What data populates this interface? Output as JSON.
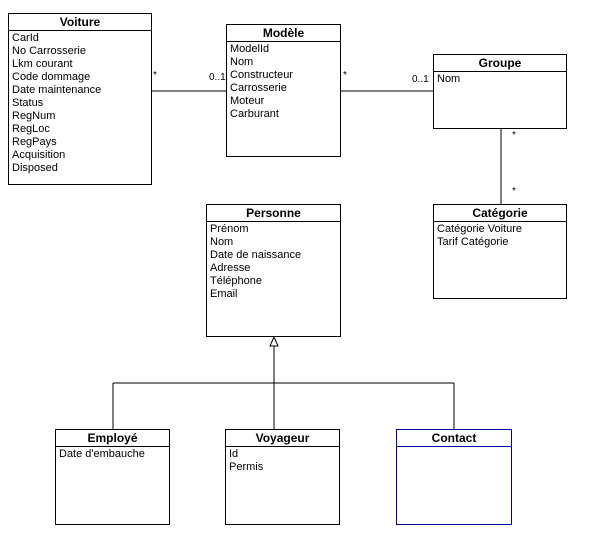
{
  "classes": {
    "voiture": {
      "title": "Voiture",
      "attributes": [
        "CarId",
        "No Carrosserie",
        "Lkm courant",
        "Code dommage",
        "Date maintenance",
        "Status",
        "RegNum",
        "RegLoc",
        "RegPays",
        "Acquisition",
        "Disposed"
      ]
    },
    "modele": {
      "title": "Modèle",
      "attributes": [
        "ModelId",
        "Nom",
        "Constructeur",
        "Carrosserie",
        "Moteur",
        "Carburant"
      ]
    },
    "groupe": {
      "title": "Groupe",
      "attributes": [
        "Nom"
      ]
    },
    "categorie": {
      "title": "Catégorie",
      "attributes": [
        "Catégorie Voiture",
        "Tarif Catégorie"
      ]
    },
    "personne": {
      "title": "Personne",
      "attributes": [
        "Prénom",
        "Nom",
        "Date de naissance",
        "Adresse",
        "Téléphone",
        "Email"
      ]
    },
    "employe": {
      "title": "Employé",
      "attributes": [
        "Date d'embauche"
      ]
    },
    "voyageur": {
      "title": "Voyageur",
      "attributes": [
        "Id",
        "Permis"
      ]
    },
    "contact": {
      "title": "Contact",
      "attributes": []
    }
  },
  "associations": {
    "voiture_modele": {
      "source_mult": "*",
      "target_mult": "0..1"
    },
    "modele_groupe": {
      "source_mult": "*",
      "target_mult": "0..1"
    },
    "groupe_categorie": {
      "source_mult": "*",
      "target_mult": "*"
    }
  }
}
